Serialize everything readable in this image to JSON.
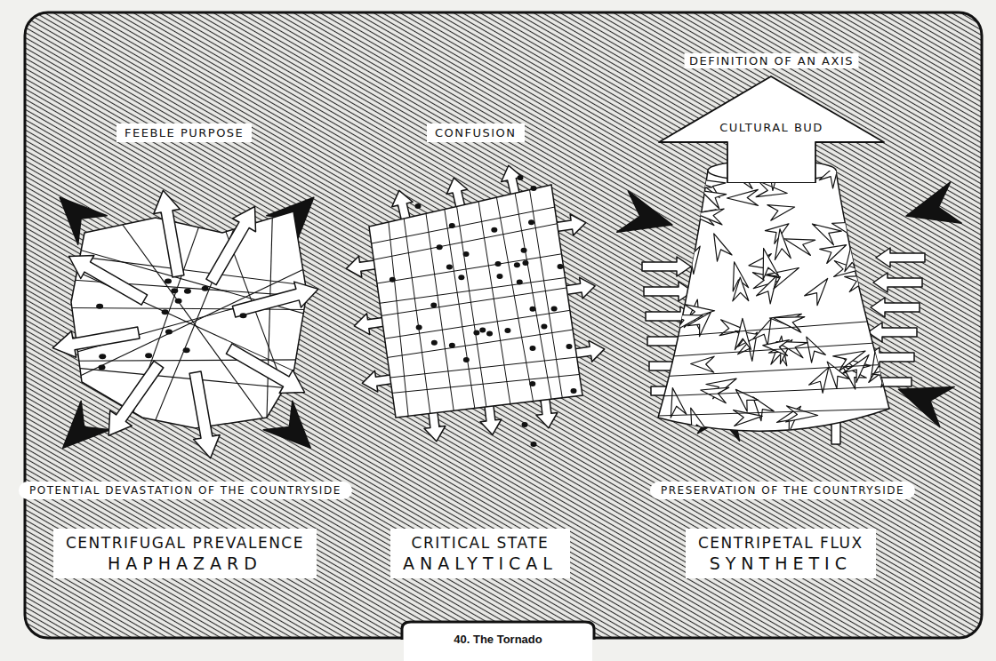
{
  "diagram": {
    "caption": "40. The Tornado",
    "nodes": [
      {
        "text": [
          "FEEBLE PURPOSE"
        ]
      },
      {
        "text": [
          "CONFUSION"
        ]
      },
      {
        "text": [
          "DEFINITION OF AN AXIS",
          "CULTURAL BUD"
        ]
      },
      {
        "text": [
          "POTENTIAL DEVASTATION OF THE COUNTRYSIDE"
        ]
      },
      {
        "text": [
          "PRESERVATION OF THE COUNTRYSIDE"
        ]
      },
      {
        "text": [
          "CENTRIFUGAL PREVALENCE",
          "HAPHAZARD"
        ]
      },
      {
        "text": [
          "CRITICAL STATE",
          "ANALYTICAL"
        ]
      },
      {
        "text": [
          "CENTRIPETAL FLUX",
          "SYNTHETIC"
        ]
      }
    ]
  }
}
